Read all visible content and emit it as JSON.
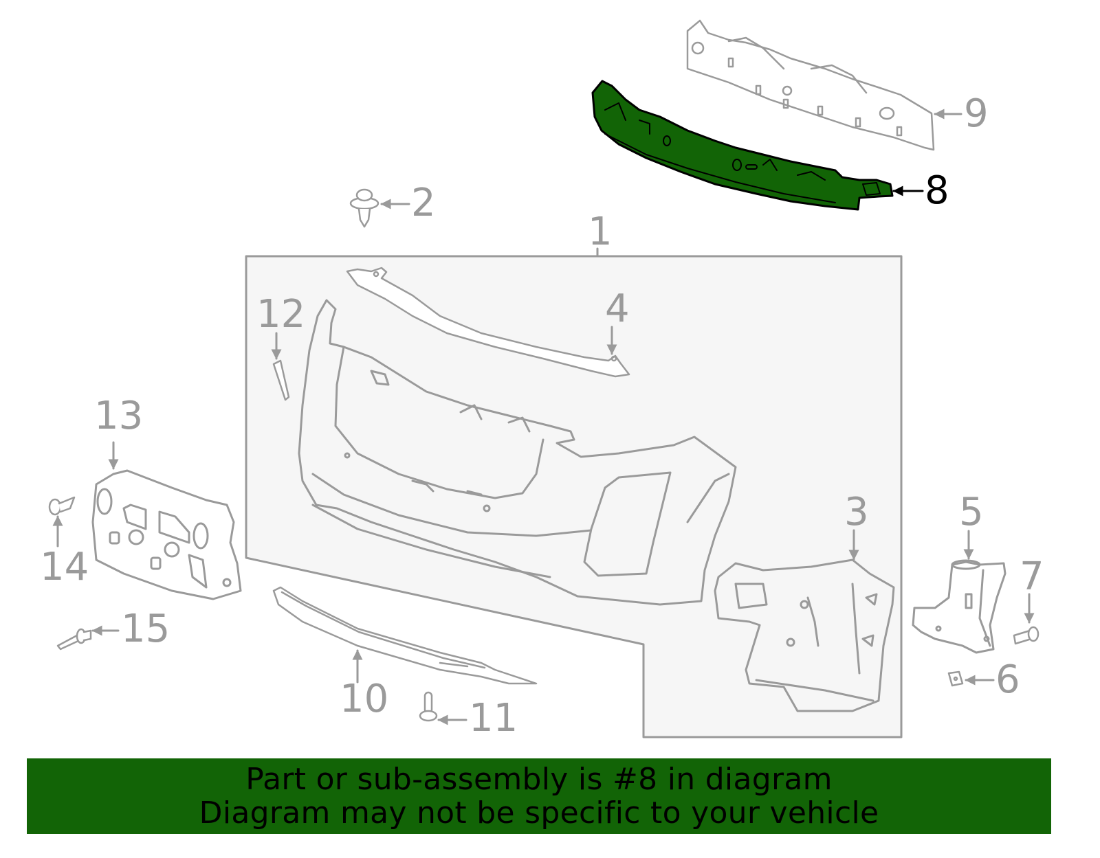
{
  "diagram": {
    "colors": {
      "line": "#9a9a9a",
      "box_fill": "#f6f6f6",
      "highlight_fill": "#126406",
      "highlight_stroke": "#000000",
      "banner_bg": "#126406",
      "banner_text": "#000000"
    },
    "highlighted_part": "8",
    "callouts": [
      {
        "number": "1",
        "part": "bumper-cover-assembly-box"
      },
      {
        "number": "2",
        "part": "push-pin-retainer"
      },
      {
        "number": "3",
        "part": "side-bracket"
      },
      {
        "number": "4",
        "part": "upper-molding"
      },
      {
        "number": "5",
        "part": "side-support-bracket"
      },
      {
        "number": "6",
        "part": "nut"
      },
      {
        "number": "7",
        "part": "bolt"
      },
      {
        "number": "8",
        "part": "energy-absorber"
      },
      {
        "number": "9",
        "part": "impact-bar"
      },
      {
        "number": "10",
        "part": "lower-molding"
      },
      {
        "number": "11",
        "part": "screw"
      },
      {
        "number": "12",
        "part": "reflector"
      },
      {
        "number": "13",
        "part": "license-bracket"
      },
      {
        "number": "14",
        "part": "license-screw"
      },
      {
        "number": "15",
        "part": "rivet"
      }
    ]
  },
  "banner": {
    "line1": "Part or sub-assembly is #8 in diagram",
    "line2": "Diagram may not be specific to your vehicle"
  }
}
